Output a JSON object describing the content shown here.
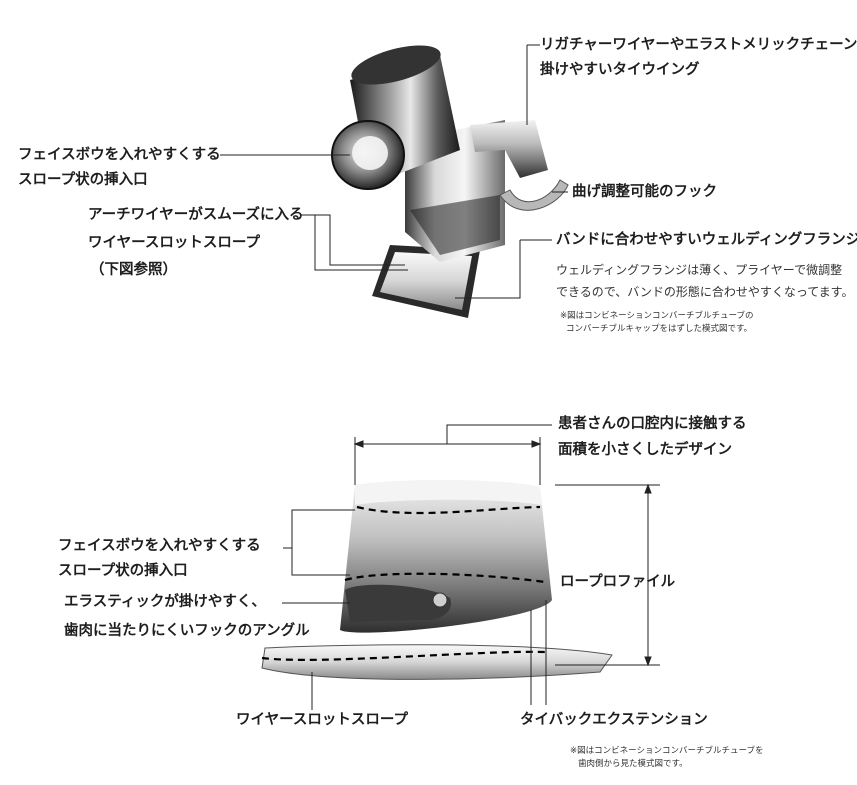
{
  "top_diagram": {
    "callout_tie_wing": {
      "line1": "リガチャーワイヤーやエラストメリックチェーンを",
      "line2": "掛けやすいタイウイング"
    },
    "callout_facebow_entry": {
      "line1": "フェイスボウを入れやすくする",
      "line2": "スロープ状の挿入口"
    },
    "callout_hook": "曲げ調整可能のフック",
    "callout_archwire_slope": {
      "line1": "アーチワイヤーがスムーズに入る",
      "line2": "ワイヤースロットスロープ",
      "line3": "（下図参照）"
    },
    "callout_flange": {
      "title": "バンドに合わせやすいウェルディングフランジ",
      "desc1": "ウェルディングフランジは薄く、プライヤーで微調整",
      "desc2": "できるので、バンドの形態に合わせやすくなってます。"
    },
    "note": {
      "line1": "※図はコンビネーションコンバーチブルチューブの",
      "line2": "コンバーチブルキャップをはずした模式図です。"
    }
  },
  "bottom_diagram": {
    "callout_contact_area": {
      "line1": "患者さんの口腔内に接触する",
      "line2": "面積を小さくしたデザイン"
    },
    "callout_facebow_entry": {
      "line1": "フェイスボウを入れやすくする",
      "line2": "スロープ状の挿入口"
    },
    "callout_low_profile": "ロープロファイル",
    "callout_hook_angle": {
      "line1": "エラスティックが掛けやすく、",
      "line2": "歯肉に当たりにくいフックのアングル"
    },
    "callout_wire_slot": "ワイヤースロットスロープ",
    "callout_tieback": "タイバックエクステンション",
    "note": {
      "line1": "※図はコンビネーションコンバーチブルチューブを",
      "line2": "歯肉側から見た模式図です。"
    }
  }
}
